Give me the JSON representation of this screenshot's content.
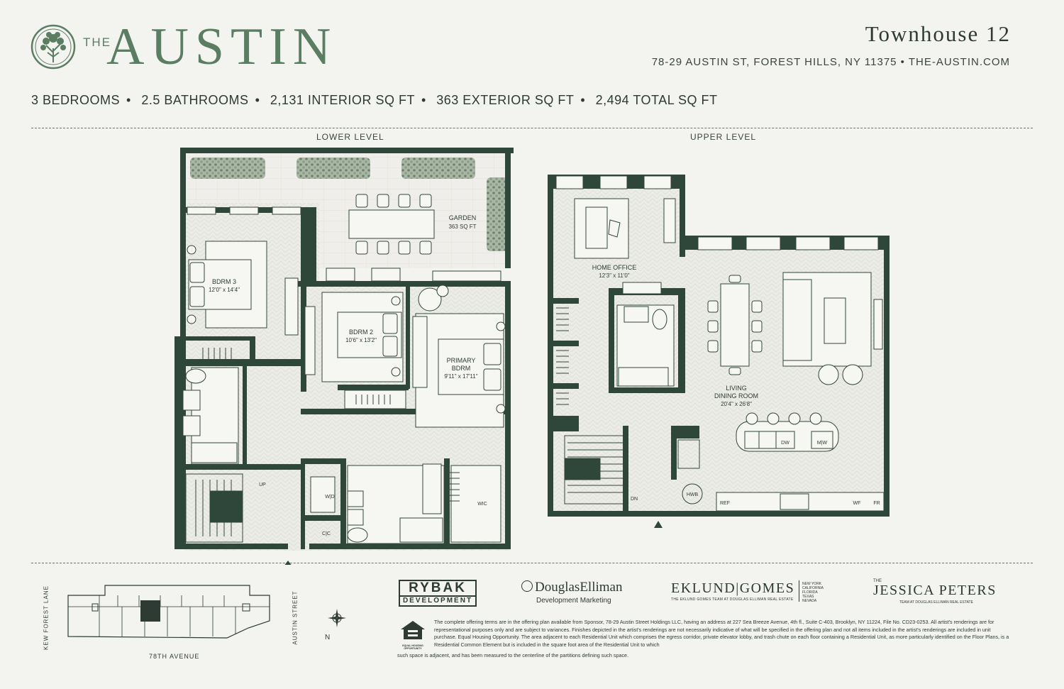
{
  "brand": {
    "the": "THE",
    "name": "AUSTIN"
  },
  "header": {
    "title": "Townhouse 12",
    "address": "78-29 AUSTIN ST, FOREST HILLS, NY 11375 • THE-AUSTIN.COM"
  },
  "specs": [
    "3 BEDROOMS",
    "2.5 BATHROOMS",
    "2,131 INTERIOR SQ FT",
    "363 EXTERIOR SQ FT",
    "2,494 TOTAL SQ FT"
  ],
  "levels": {
    "lower": "LOWER LEVEL",
    "upper": "UPPER LEVEL"
  },
  "lower_rooms": {
    "garden": "GARDEN",
    "garden_area": "363 SQ FT",
    "bdrm3": "BDRM 3",
    "bdrm3_dim": "12'0\" x 14'4\"",
    "bdrm2": "BDRM 2",
    "bdrm2_dim": "10'6\" x 13'2\"",
    "primary1": "PRIMARY",
    "primary2": "BDRM",
    "primary_dim": "9'11\" x 17'11\"",
    "up": "UP",
    "wd": "W|D",
    "cc": "C|C",
    "wic": "WIC"
  },
  "upper_rooms": {
    "office": "HOME OFFICE",
    "office_dim": "12'3\" x 11'0\"",
    "living1": "LIVING",
    "living2": "DINING ROOM",
    "living_dim": "20'4\" x 26'8\"",
    "dw": "DW",
    "mw": "M|W",
    "dn": "DN",
    "hwb": "HWB",
    "ref": "REF",
    "wf": "WF",
    "fr": "FR"
  },
  "keyplan": {
    "left_street": "KEW FOREST LANE",
    "right_street": "AUSTIN STREET",
    "bottom_street": "78TH AVENUE",
    "north": "N"
  },
  "partners": {
    "rybak_1": "RYBAK",
    "rybak_2": "DEVELOPMENT",
    "de_name": "DouglasElliman",
    "de_sub": "Development Marketing",
    "eg_name": "EKLUND|GOMES",
    "eg_sub": "THE EKLUND GOMES TEAM AT DOUGLAS ELLIMAN REAL ESTATE",
    "eg_states": [
      "NEW YORK",
      "CALIFORNIA",
      "FLORIDA",
      "TEXAS",
      "NEVADA"
    ],
    "jp_the": "THE",
    "jp_name": "JESSICA PETERS",
    "jp_sub": "TEAM AT DOUGLAS ELLIMAN REAL ESTATE"
  },
  "legal": {
    "text": "The complete offering terms are in the offering plan available from Sponsor, 78-29 Austin Street Holdings LLC, having an address at 227 Sea Breeze Avenue, 4th fl., Suite C-403, Brooklyn, NY 11224, File No. CD23-0253. All artist's renderings are for representational purposes only and are subject to variances. Finishes depicted in the artist's renderings are not necessarily indicative of what will be specified in the offering plan and not all items included in the artist's renderings are included in unit purchase. Equal Housing Opportunity. The area adjacent to each Residential Unit which comprises the egress corridor, private elevator lobby, and trash chute on each floor containing a Residential Unit, as more particularly identified on the Floor Plans, is a Residential Common Element but is included in the square foot area of the Residential Unit to which",
    "text2": "such space is adjacent, and has been measured to the centerline of the partitions defining such space.",
    "eho": "EQUAL HOUSING OPPORTUNITY"
  },
  "colors": {
    "wall": "#2f463b",
    "brand_green": "#5b7d62",
    "floor": "#ecece6",
    "paper": "#f3f3ef"
  }
}
